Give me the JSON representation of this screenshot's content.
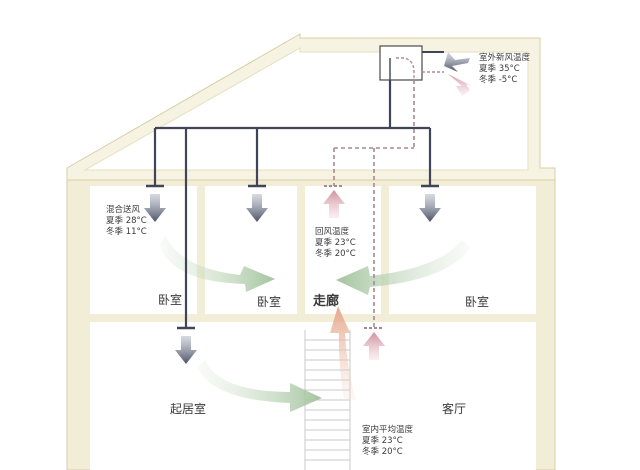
{
  "outdoor": {
    "title": "室外新风温度",
    "summer": "夏季 35°C",
    "winter": "冬季 -5°C"
  },
  "supply": {
    "title": "混合送风",
    "summer": "夏季 28°C",
    "winter": "冬季 11°C"
  },
  "return": {
    "title": "回风温度",
    "summer": "夏季 23°C",
    "winter": "冬季 20°C"
  },
  "indoor": {
    "title": "室内平均温度",
    "summer": "夏季 23°C",
    "winter": "冬季 20°C"
  },
  "rooms": {
    "bedroom_left": "卧室",
    "bedroom_mid": "卧室",
    "corridor": "走廊",
    "bedroom_right": "卧室",
    "living": "起居室",
    "hall": "客厅"
  },
  "colors": {
    "wall": "#efe9cf",
    "wall_edge": "#d8cfa4",
    "duct": "#3f4557",
    "supply_arrow": "#4a5266",
    "return_arrow": "#d9a8b3",
    "return_duct": "#b08b92",
    "flow_green": "#b9d2b4",
    "flow_orange": "#e8b49c"
  }
}
